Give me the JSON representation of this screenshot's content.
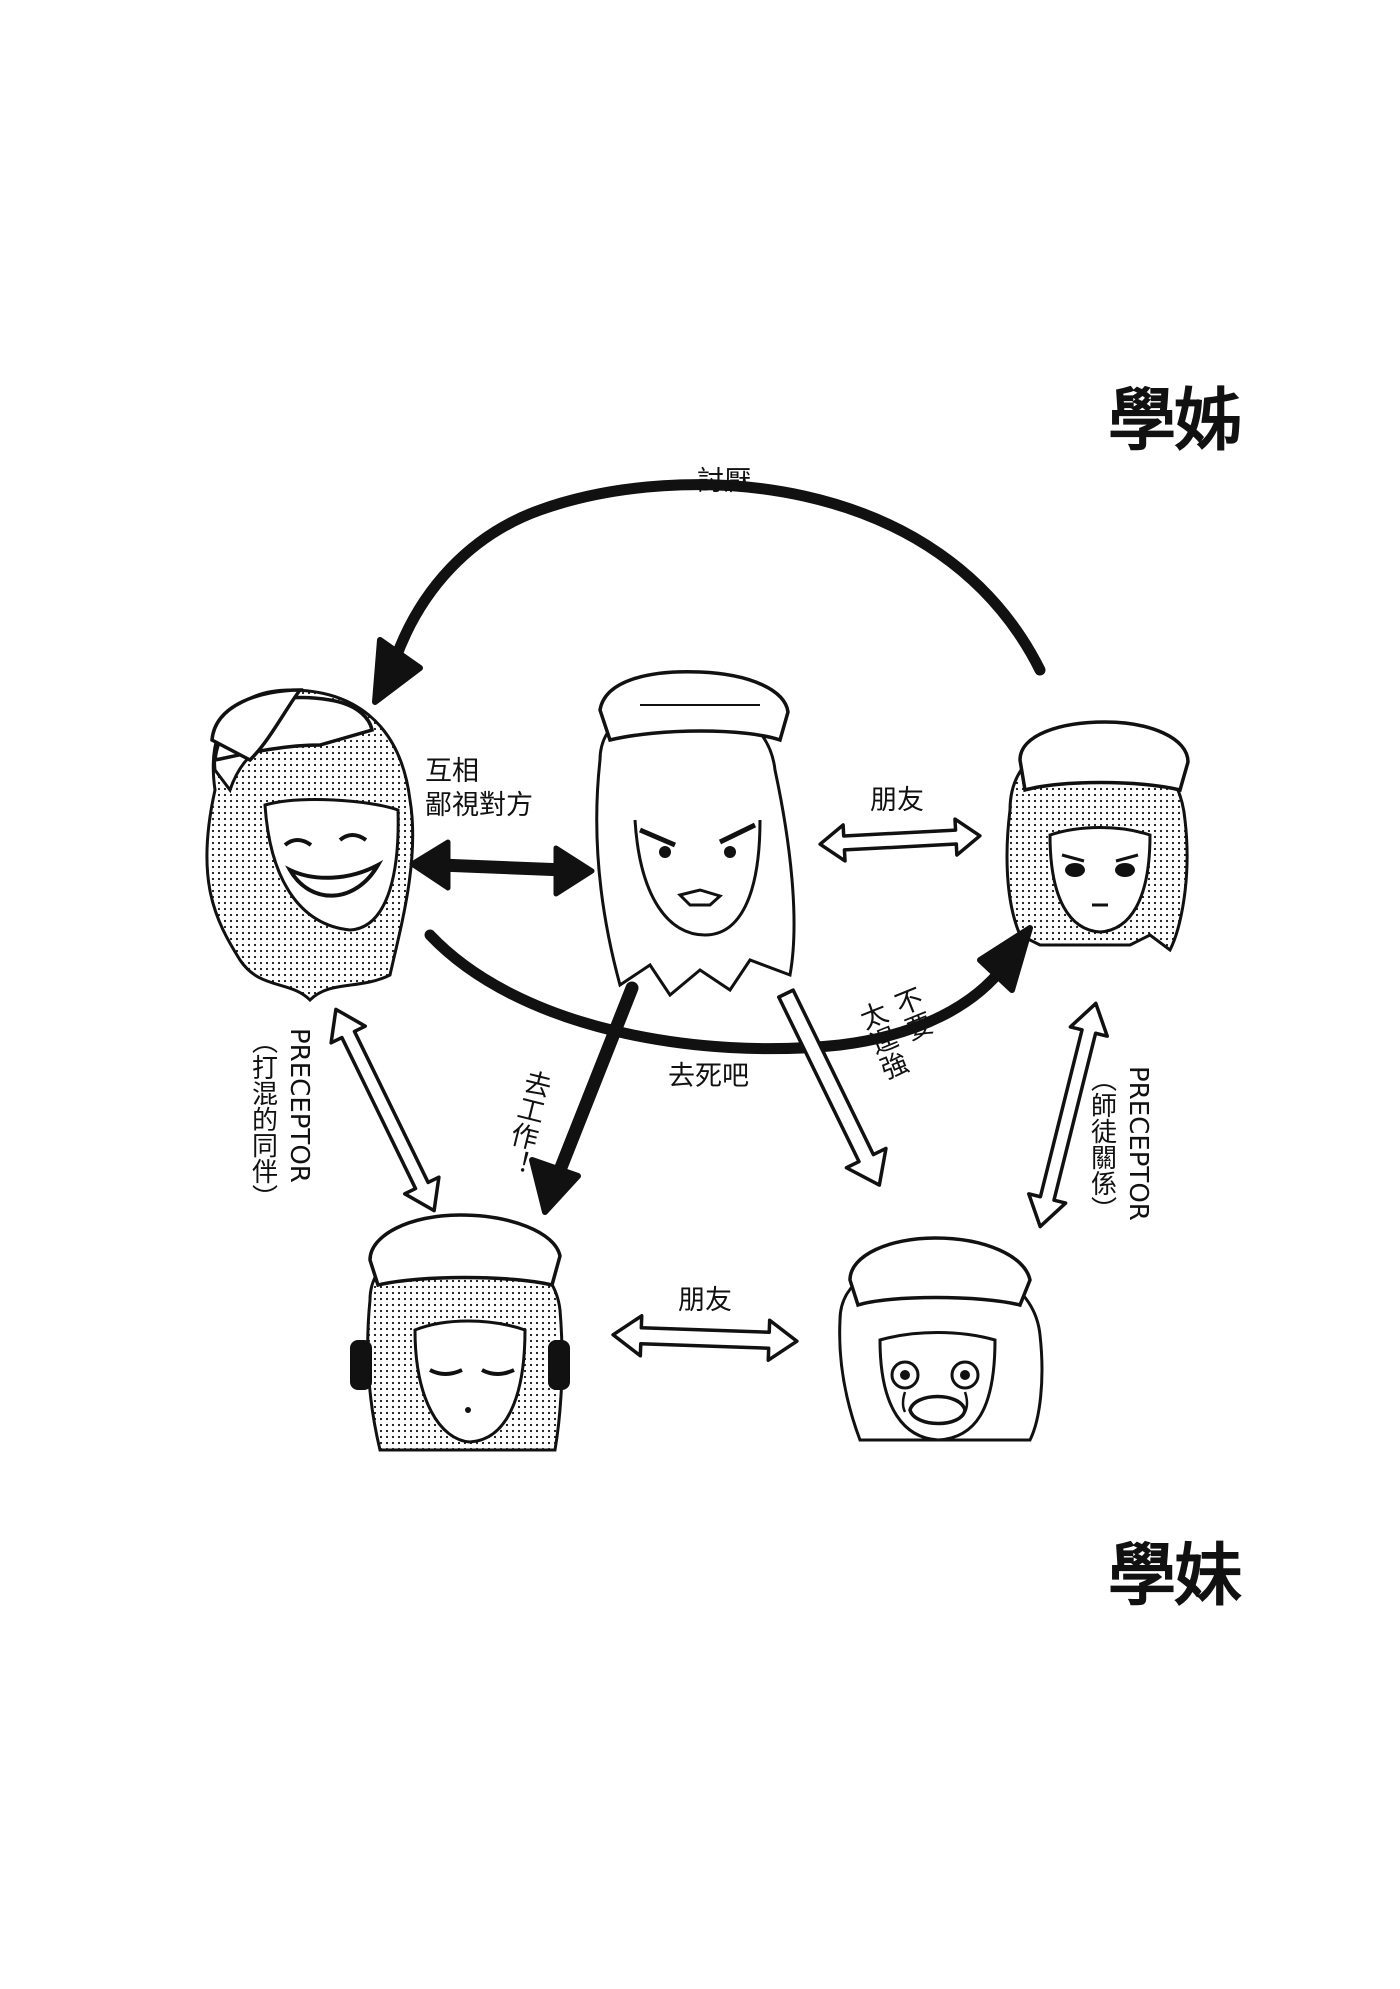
{
  "headings": {
    "senior": "學姊",
    "junior": "學妹"
  },
  "relations": {
    "dislike": "討厭",
    "mutual_contempt_line1": "互相",
    "mutual_contempt_line2": "鄙視對方",
    "friends_top": "朋友",
    "go_die": "去死吧",
    "go_work": "去工作！",
    "dont_push_line1": "不要",
    "dont_push_line2": "太逞強",
    "preceptor_left": "PRECEPTOR",
    "preceptor_left_note": "（打混的同伴）",
    "preceptor_right": "PRECEPTOR",
    "preceptor_right_note": "（師徒關係）",
    "friends_bottom": "朋友"
  },
  "characters": [
    {
      "id": "left-senior",
      "expression": "grin"
    },
    {
      "id": "center-senior",
      "expression": "angry"
    },
    {
      "id": "right-senior",
      "expression": "annoyed"
    },
    {
      "id": "left-junior",
      "expression": "sleepy"
    },
    {
      "id": "right-junior",
      "expression": "crying"
    }
  ],
  "colors": {
    "ink": "#111111",
    "paper": "#ffffff"
  }
}
